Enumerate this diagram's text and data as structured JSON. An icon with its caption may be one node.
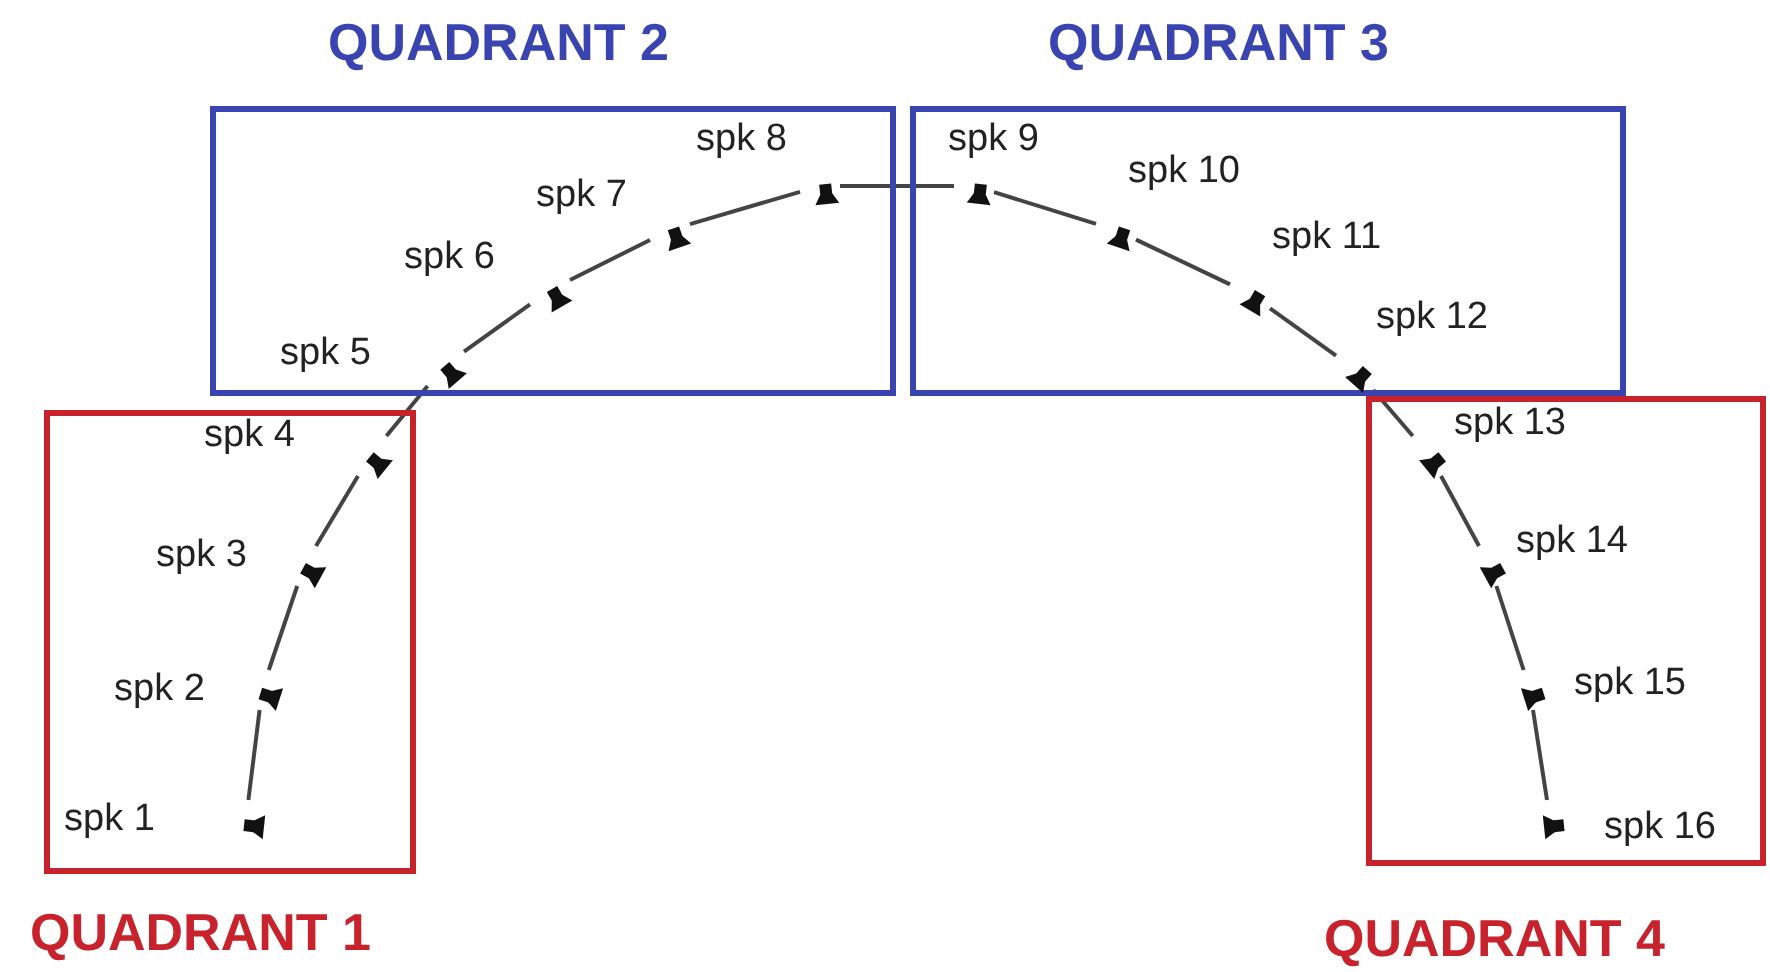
{
  "diagram": {
    "nodes": [
      {
        "text": [
          "QUADRANT 1"
        ]
      },
      {
        "text": [],
        "shape": "speaker",
        "in": 0,
        "beside": [
          "spk 1"
        ]
      },
      {
        "text": [],
        "shape": "speaker",
        "in": 0,
        "beside": [
          "spk 2"
        ]
      },
      {
        "text": [],
        "shape": "speaker",
        "in": 0,
        "beside": [
          "spk 3"
        ]
      },
      {
        "text": [],
        "shape": "speaker",
        "in": 0,
        "beside": [
          "spk 4"
        ]
      },
      {
        "text": [
          "QUADRANT 2"
        ]
      },
      {
        "text": [],
        "shape": "speaker",
        "in": 5,
        "beside": [
          "spk 5"
        ]
      },
      {
        "text": [],
        "shape": "speaker",
        "in": 5,
        "beside": [
          "spk 6"
        ]
      },
      {
        "text": [],
        "shape": "speaker",
        "in": 5,
        "beside": [
          "spk 7"
        ]
      },
      {
        "text": [],
        "shape": "speaker",
        "in": 5,
        "beside": [
          "spk 8"
        ]
      },
      {
        "text": [
          "QUADRANT 3"
        ]
      },
      {
        "text": [],
        "shape": "speaker",
        "in": 10,
        "beside": [
          "spk 9"
        ]
      },
      {
        "text": [],
        "shape": "speaker",
        "in": 10,
        "beside": [
          "spk 10"
        ]
      },
      {
        "text": [],
        "shape": "speaker",
        "in": 10,
        "beside": [
          "spk 11"
        ]
      },
      {
        "text": [],
        "shape": "speaker",
        "in": 10,
        "beside": [
          "spk 12"
        ]
      },
      {
        "text": [
          "QUADRANT 4"
        ]
      },
      {
        "text": [],
        "shape": "speaker",
        "in": 15,
        "beside": [
          "spk 13"
        ]
      },
      {
        "text": [],
        "shape": "speaker",
        "in": 15,
        "beside": [
          "spk 14"
        ]
      },
      {
        "text": [],
        "shape": "speaker",
        "in": 15,
        "beside": [
          "spk 15"
        ]
      },
      {
        "text": [],
        "shape": "speaker",
        "in": 15,
        "beside": [
          "spk 16"
        ]
      }
    ],
    "edges": [
      {
        "from": 1,
        "to": 2,
        "arrow": "none"
      },
      {
        "from": 2,
        "to": 3,
        "arrow": "none"
      },
      {
        "from": 3,
        "to": 4,
        "arrow": "none"
      },
      {
        "from": 4,
        "to": 6,
        "arrow": "none"
      },
      {
        "from": 6,
        "to": 7,
        "arrow": "none"
      },
      {
        "from": 7,
        "to": 8,
        "arrow": "none"
      },
      {
        "from": 8,
        "to": 9,
        "arrow": "none"
      },
      {
        "from": 9,
        "to": 11,
        "arrow": "none"
      },
      {
        "from": 11,
        "to": 12,
        "arrow": "none"
      },
      {
        "from": 12,
        "to": 13,
        "arrow": "none"
      },
      {
        "from": 13,
        "to": 14,
        "arrow": "none"
      },
      {
        "from": 14,
        "to": 16,
        "arrow": "none"
      },
      {
        "from": 16,
        "to": 17,
        "arrow": "none"
      },
      {
        "from": 17,
        "to": 18,
        "arrow": "none"
      },
      {
        "from": 18,
        "to": 19,
        "arrow": "none"
      }
    ]
  }
}
